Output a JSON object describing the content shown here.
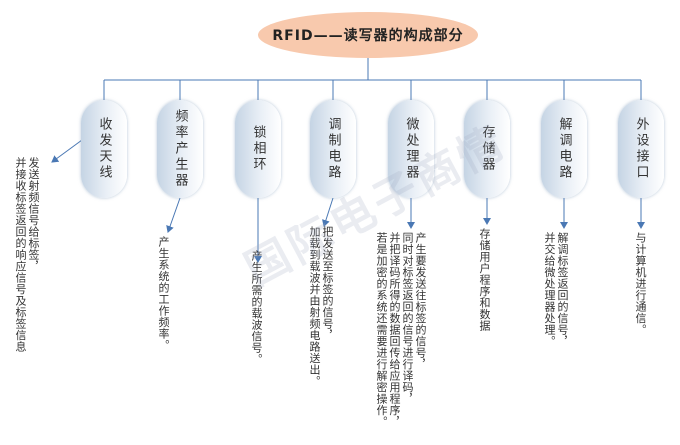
{
  "root": {
    "title": "RFID——读写器的构成部分"
  },
  "nodes": [
    {
      "label": "收发天线",
      "desc": "发送射频信号给标签，\n并接收标签返回的响应信号及标签信息"
    },
    {
      "label": "频率产生器",
      "desc": "产生系统的工作频率。"
    },
    {
      "label": "锁相环",
      "desc": "产生所需的载波信号。"
    },
    {
      "label": "调制电路",
      "desc": "把发送至标签的信号，\n加载到载波并由射频电路送出。"
    },
    {
      "label": "微处理器",
      "desc": "产生要发送往标签的信号，\n同时对标签返回的信号进行译码，\n并把译码所得的数据回传给应用程序，\n若是加密的系统还需要进行解密操作。"
    },
    {
      "label": "存储器",
      "desc": "存储用户程序和数据"
    },
    {
      "label": "解调电路",
      "desc": "解调标签返回的信号，\n并交给微处理器处理。"
    },
    {
      "label": "外设接口",
      "desc": "与计算机进行通信。"
    }
  ],
  "watermark": "国际电子商情",
  "colors": {
    "root_fill": "#f8c9ad",
    "line": "#4a78b4",
    "node_fill": "#dce6f0"
  }
}
